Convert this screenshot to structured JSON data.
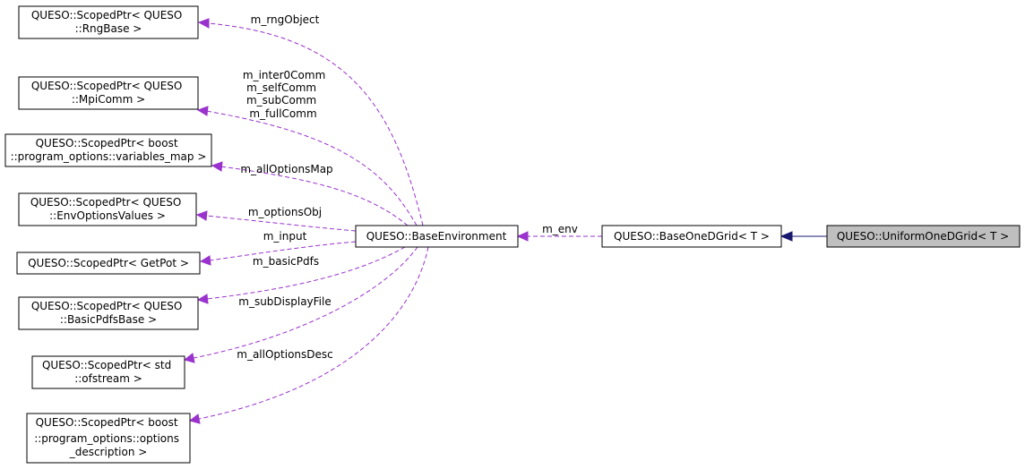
{
  "nodes": {
    "rng_base": {
      "lines": [
        "QUESO::ScopedPtr< QUESO",
        "::RngBase >"
      ]
    },
    "mpi_comm": {
      "lines": [
        "QUESO::ScopedPtr< QUESO",
        "::MpiComm >"
      ]
    },
    "variables_map": {
      "lines": [
        "QUESO::ScopedPtr< boost",
        "::program_options::variables_map >"
      ]
    },
    "env_options_values": {
      "lines": [
        "QUESO::ScopedPtr< QUESO",
        "::EnvOptionsValues >"
      ]
    },
    "getpot": {
      "lines": [
        "QUESO::ScopedPtr< GetPot >"
      ]
    },
    "basic_pdfs_base": {
      "lines": [
        "QUESO::ScopedPtr< QUESO",
        "::BasicPdfsBase >"
      ]
    },
    "ofstream": {
      "lines": [
        "QUESO::ScopedPtr< std",
        "::ofstream >"
      ]
    },
    "options_description": {
      "lines": [
        "QUESO::ScopedPtr< boost",
        "::program_options::options",
        "_description >"
      ]
    },
    "base_environment": {
      "lines": [
        "QUESO::BaseEnvironment"
      ]
    },
    "base_one_d_grid": {
      "lines": [
        "QUESO::BaseOneDGrid< T >"
      ]
    },
    "uniform_one_d_grid": {
      "lines": [
        "QUESO::UniformOneDGrid< T >"
      ]
    }
  },
  "edge_labels": {
    "rng_object": [
      "m_rngObject"
    ],
    "comms": [
      "m_inter0Comm",
      "m_selfComm",
      "m_subComm",
      "m_fullComm"
    ],
    "all_options_map": [
      "m_allOptionsMap"
    ],
    "options_obj": [
      "m_optionsObj"
    ],
    "input": [
      "m_input"
    ],
    "basic_pdfs": [
      "m_basicPdfs"
    ],
    "sub_display_file": [
      "m_subDisplayFile"
    ],
    "all_options_desc": [
      "m_allOptionsDesc"
    ],
    "env": [
      "m_env"
    ]
  },
  "colors": {
    "usage_edge": "#9a32cd",
    "inheritance_edge": "#191970",
    "highlight_fill": "#bfbfbf",
    "node_border": "#000000"
  }
}
